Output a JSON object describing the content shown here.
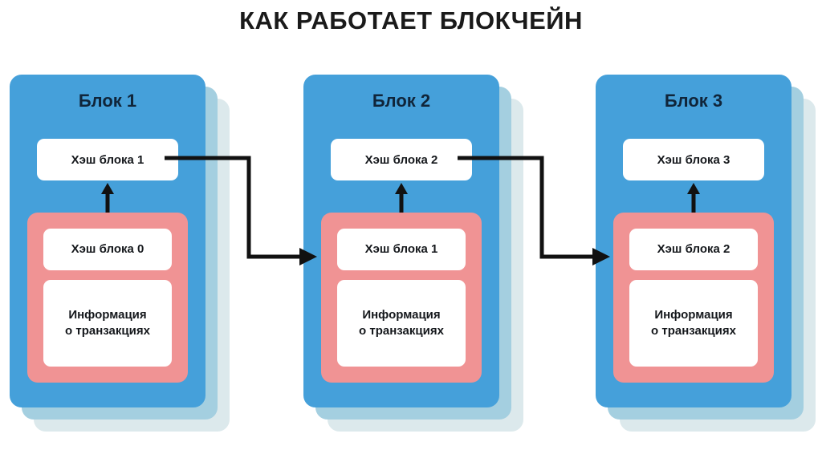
{
  "title": "КАК РАБОТАЕТ БЛОКЧЕЙН",
  "colors": {
    "background": "#ffffff",
    "block_blue": "#45a0da",
    "shadow_blue_near": "#a4cfe0",
    "shadow_blue_far": "#dce9ec",
    "panel_pink": "#f09394",
    "box_white": "#ffffff",
    "text_dark": "#15181c",
    "title_dark": "#1a1a1a",
    "arrow_black": "#111111"
  },
  "blocks": [
    {
      "title": "Блок 1",
      "current_hash": "Хэш блока 1",
      "previous_hash": "Хэш блока 0",
      "transactions_line1": "Информация",
      "transactions_line2": "о транзакциях"
    },
    {
      "title": "Блок 2",
      "current_hash": "Хэш блока 2",
      "previous_hash": "Хэш блока 1",
      "transactions_line1": "Информация",
      "transactions_line2": "о транзакциях"
    },
    {
      "title": "Блок 3",
      "current_hash": "Хэш блока 3",
      "previous_hash": "Хэш блока 2",
      "transactions_line1": "Информация",
      "transactions_line2": "о транзакциях"
    }
  ],
  "connectors": [
    {
      "from": "Хэш блока 1",
      "to": "Хэш блока 1"
    },
    {
      "from": "Хэш блока 2",
      "to": "Хэш блока 2"
    }
  ]
}
